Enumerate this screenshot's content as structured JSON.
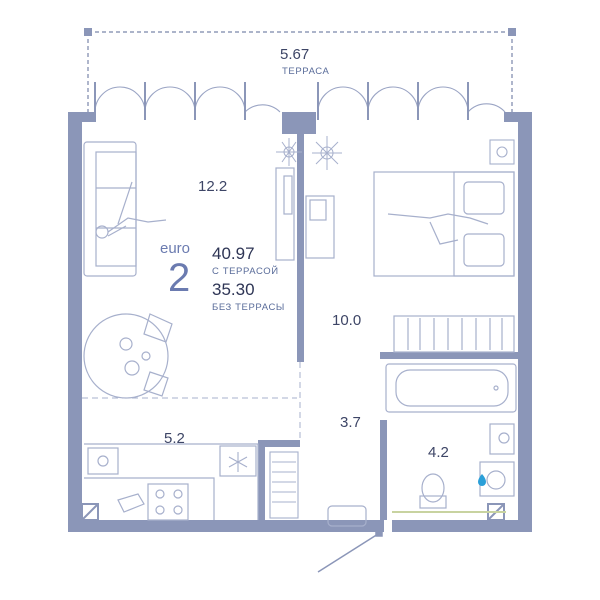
{
  "apartment": {
    "type_label": "euro",
    "rooms": "2",
    "area_with_terrace": "40.97",
    "with_terrace_label": "С ТЕРРАСОЙ",
    "area_without_terrace": "35.30",
    "without_terrace_label": "БЕЗ ТЕРРАСЫ"
  },
  "terrace": {
    "area": "5.67",
    "label": "ТЕРРАСА"
  },
  "rooms": [
    {
      "id": "living",
      "area": "12.2"
    },
    {
      "id": "bedroom",
      "area": "10.0"
    },
    {
      "id": "kitchen",
      "area": "5.2"
    },
    {
      "id": "hall",
      "area": "3.7"
    },
    {
      "id": "bathroom",
      "area": "4.2"
    }
  ],
  "colors": {
    "wall": "#8b96b8",
    "line": "#a7b0cc",
    "text": "#3d4566",
    "accent": "#6b7bb0",
    "water": "#2a9fd8"
  }
}
